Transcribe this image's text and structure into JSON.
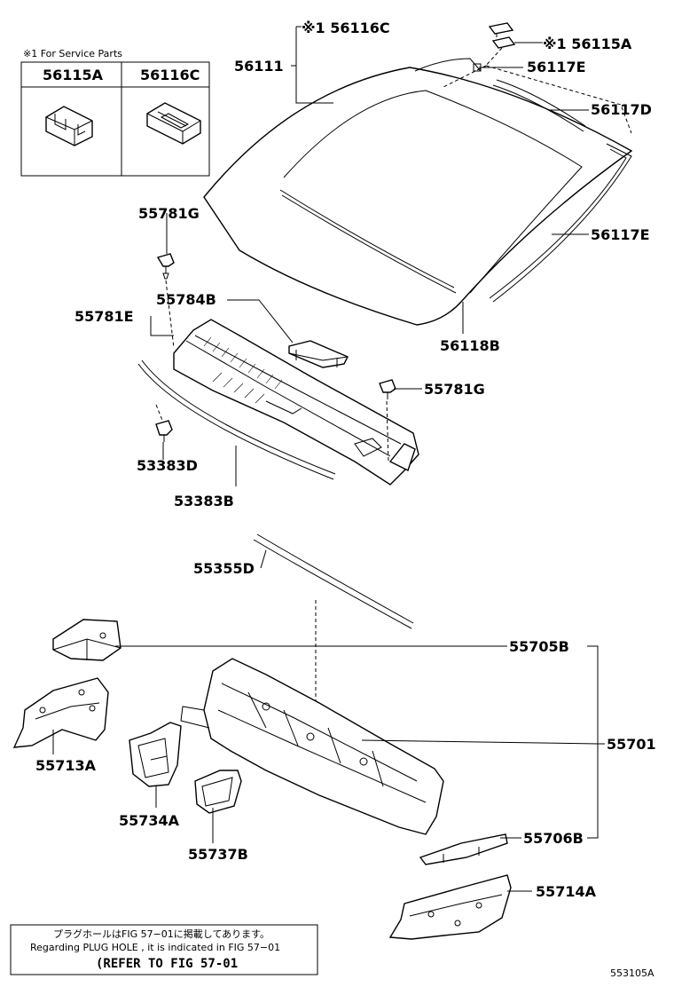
{
  "service_box": {
    "note": "※1 For Service Parts",
    "col1": "56115A",
    "col2": "56116C"
  },
  "labels": {
    "p56116C": "※1 56116C",
    "p56115A": "※1 56115A",
    "p56111": "56111",
    "p56117E_top": "56117E",
    "p56117D": "56117D",
    "p56117E_right": "56117E",
    "p55781G_top": "55781G",
    "p55784B": "55784B",
    "p55781E": "55781E",
    "p56118B": "56118B",
    "p55781G_mid": "55781G",
    "p53383D": "53383D",
    "p53383B": "53383B",
    "p55355D": "55355D",
    "p55705B": "55705B",
    "p55701": "55701",
    "p55713A": "55713A",
    "p55734A": "55734A",
    "p55737B": "55737B",
    "p55706B": "55706B",
    "p55714A": "55714A"
  },
  "note_box": {
    "line1": "プラグホールはFIG 57−01に掲載してあります。",
    "line2": "Regarding  PLUG  HOLE , it is indicated in  FIG  57−01",
    "line3": "(REFER TO FIG 57-01"
  },
  "figure_id": "553105A"
}
